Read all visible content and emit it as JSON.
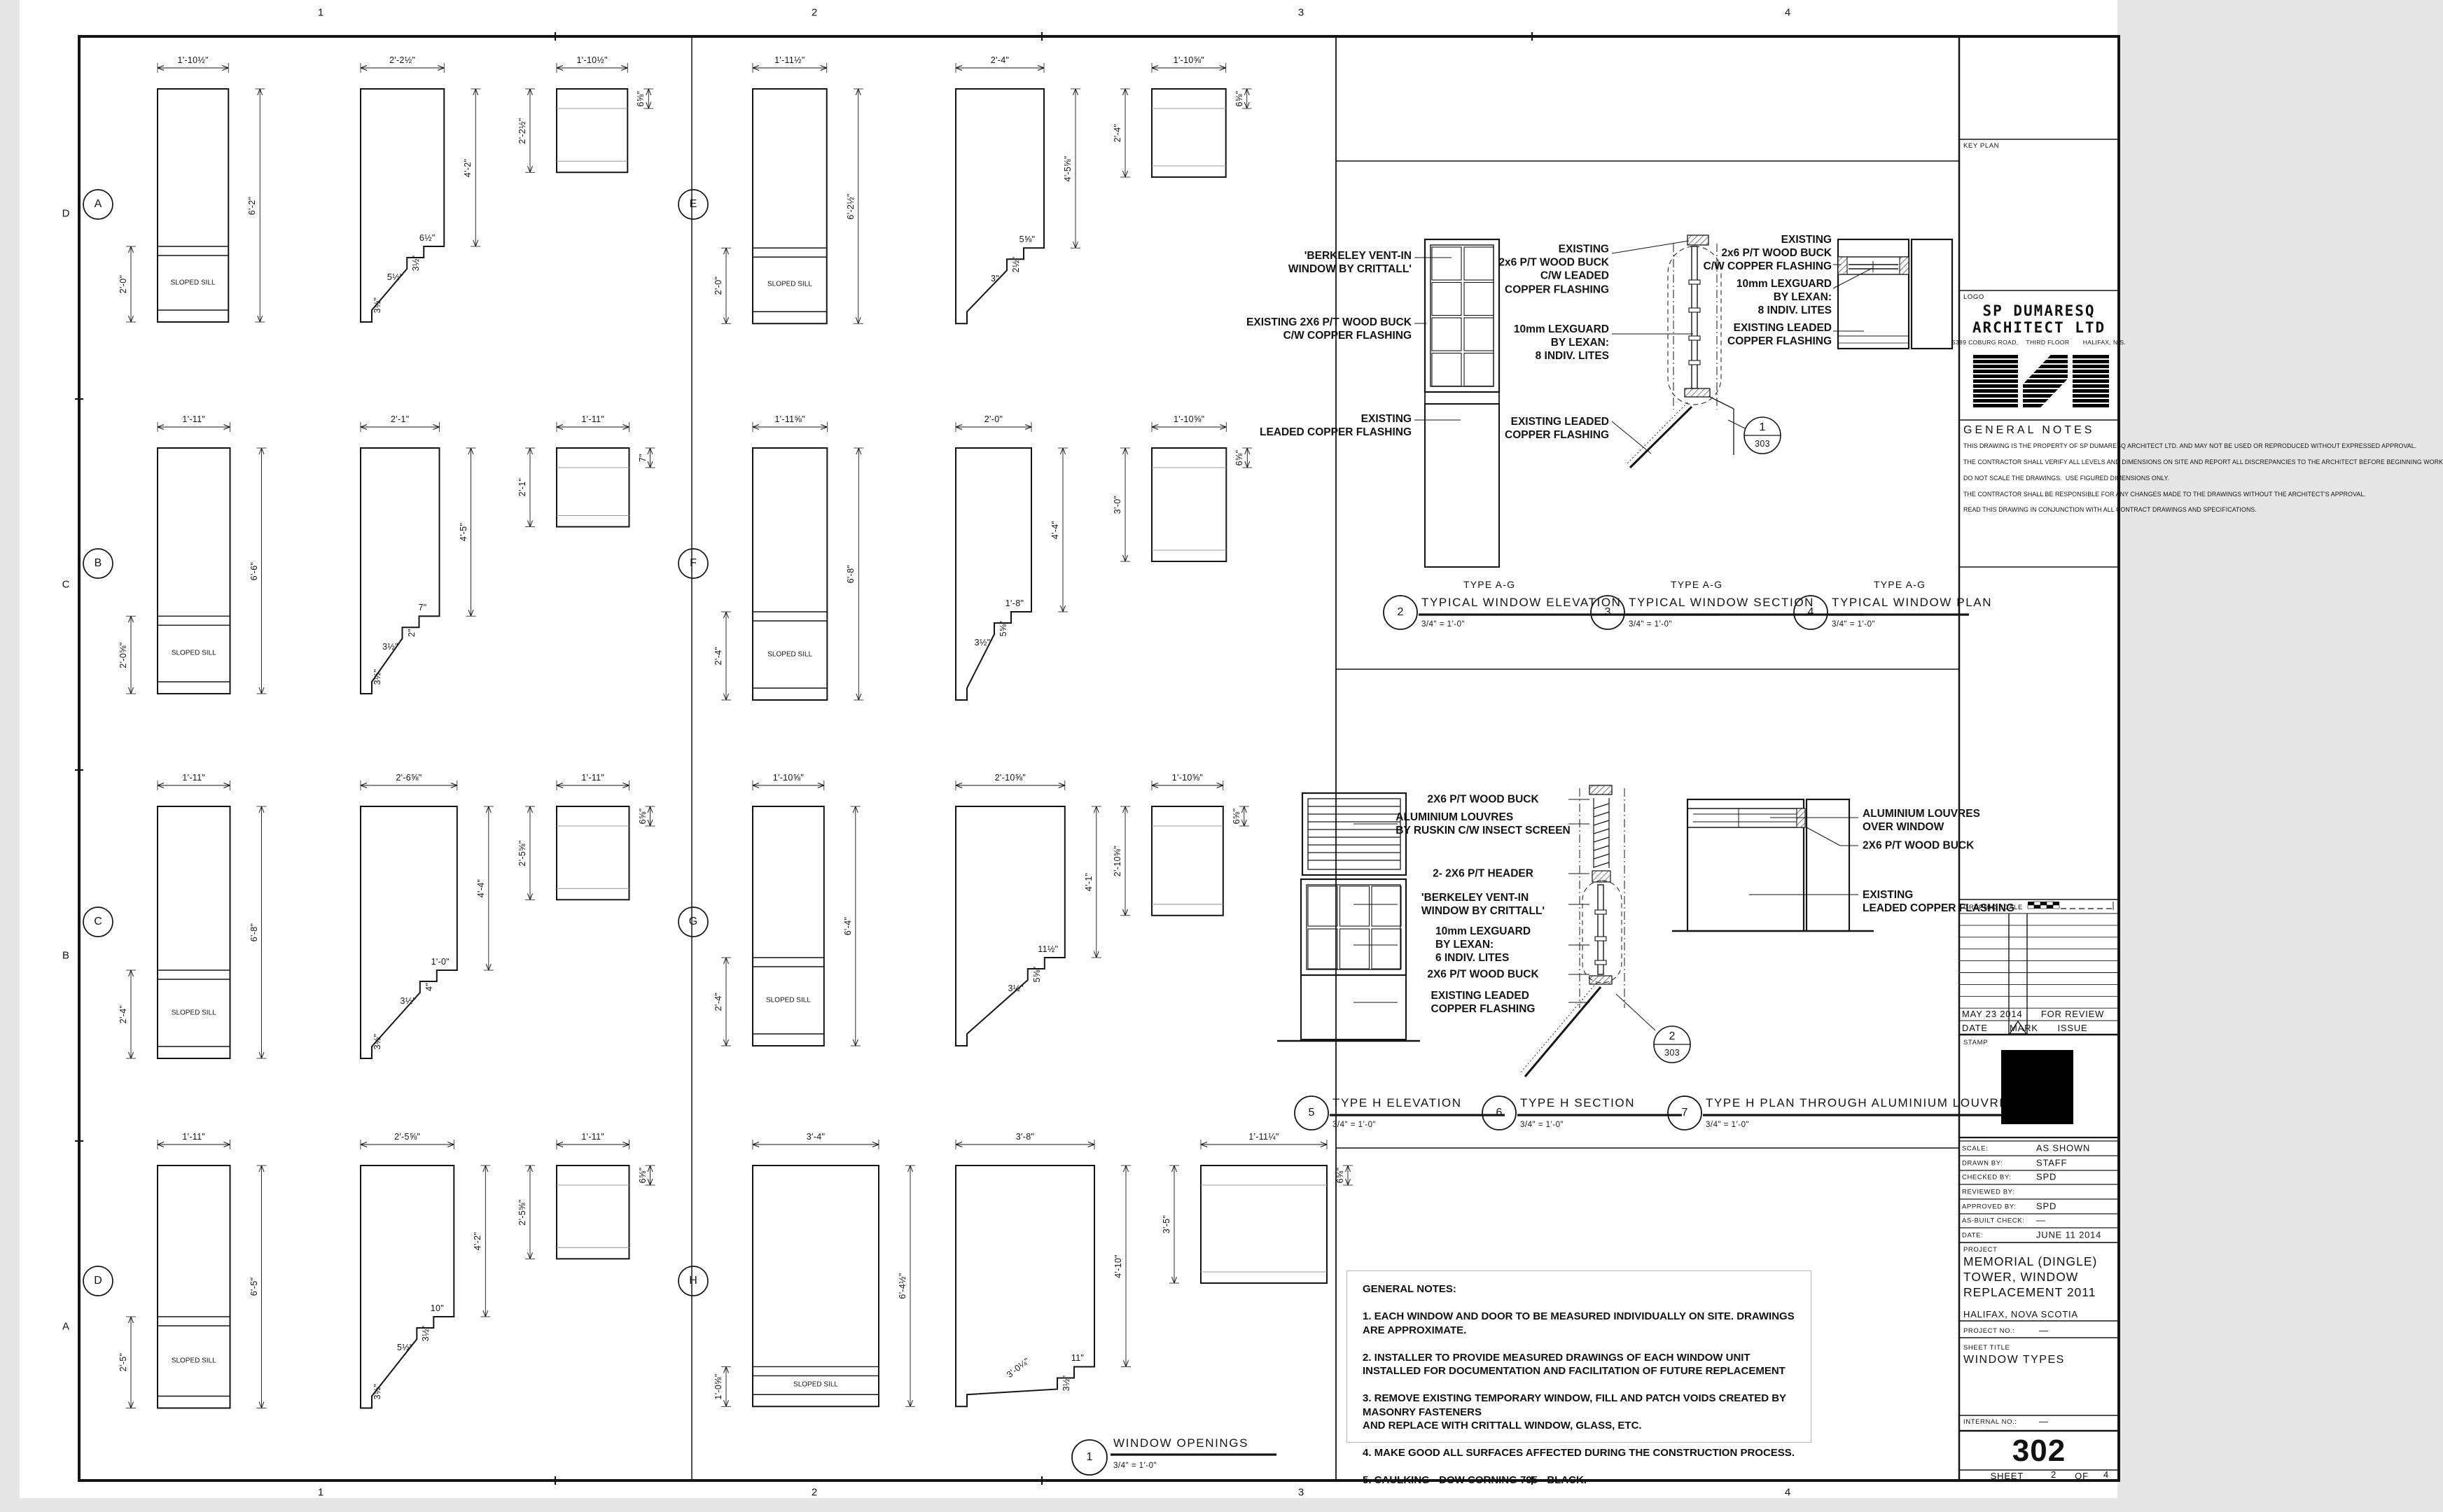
{
  "sheet_border": {
    "grid_numbers": [
      "1",
      "2",
      "3",
      "4"
    ],
    "grid_letters": [
      "D",
      "C",
      "B",
      "A"
    ]
  },
  "window_openings_title": {
    "bubble": "1",
    "title": "WINDOW OPENINGS",
    "scale": "3/4\" = 1'-0\""
  },
  "window_types": [
    {
      "letter": "A",
      "elevation": {
        "width": "1'-10½\"",
        "height": "6'-2\"",
        "sill": "2'-0\"",
        "sill_label": "SLOPED SILL"
      },
      "section": {
        "width": "2'-2½\"",
        "height": "4'-2\"",
        "steps": [
          "6½\"",
          "3½\"",
          "5½\"",
          "3½\""
        ]
      },
      "plan": {
        "width": "1'-10½\"",
        "depth": "2'-2½\"",
        "head": "6⅝\""
      }
    },
    {
      "letter": "B",
      "elevation": {
        "width": "1'-11\"",
        "height": "6'-6\"",
        "sill": "2'-0⅝\"",
        "sill_label": "SLOPED SILL"
      },
      "section": {
        "width": "2'-1\"",
        "height": "4'-5\"",
        "steps": [
          "7\"",
          "2\"",
          "3½\"",
          "3½\""
        ]
      },
      "plan": {
        "width": "1'-11\"",
        "depth": "2'-1\"",
        "head": "7\""
      }
    },
    {
      "letter": "C",
      "elevation": {
        "width": "1'-11\"",
        "height": "6'-8\"",
        "sill": "2'-4\"",
        "sill_label": "SLOPED SILL"
      },
      "section": {
        "width": "2'-6⅝\"",
        "height": "4'-4\"",
        "steps": [
          "1'-0\"",
          "4\"",
          "3½\"",
          "3½\""
        ]
      },
      "plan": {
        "width": "1'-11\"",
        "depth": "2'-5⅝\"",
        "head": "6⅝\""
      }
    },
    {
      "letter": "D",
      "elevation": {
        "width": "1'-11\"",
        "height": "6'-5\"",
        "sill": "2'-5\"",
        "sill_label": "SLOPED SILL"
      },
      "section": {
        "width": "2'-5⅝\"",
        "height": "4'-2\"",
        "steps": [
          "10\"",
          "3½\"",
          "5½\"",
          "3½\""
        ]
      },
      "plan": {
        "width": "1'-11\"",
        "depth": "2'-5⅝\"",
        "head": "6⅝\""
      }
    },
    {
      "letter": "E",
      "elevation": {
        "width": "1'-11½\"",
        "height": "6'-2½\"",
        "sill": "2'-0\"",
        "sill_label": "SLOPED SILL"
      },
      "section": {
        "width": "2'-4\"",
        "height": "4'-5⅝\"",
        "steps": [
          "5⅝\"",
          "2½\"",
          "3\"",
          ""
        ]
      },
      "plan": {
        "width": "1'-10⅝\"",
        "depth": "2'-4\"",
        "head": "6⅝\""
      }
    },
    {
      "letter": "F",
      "elevation": {
        "width": "1'-11⅝\"",
        "height": "6'-8\"",
        "sill": "2'-4\"",
        "sill_label": "SLOPED SILL"
      },
      "section": {
        "width": "2'-0\"",
        "height": "4'-4\"",
        "steps": [
          "1'-8\"",
          "5⅝\"",
          "3½\"",
          ""
        ]
      },
      "plan": {
        "width": "1'-10⅝\"",
        "depth": "3'-0\"",
        "head": "6⅝\""
      }
    },
    {
      "letter": "G",
      "elevation": {
        "width": "1'-10⅝\"",
        "height": "6'-4\"",
        "sill": "2'-4\"",
        "sill_label": "SLOPED SILL"
      },
      "section": {
        "width": "2'-10⅝\"",
        "height": "4'-1\"",
        "steps": [
          "11½\"",
          "5⅝\"",
          "3½\"",
          ""
        ]
      },
      "plan": {
        "width": "1'-10⅝\"",
        "depth": "2'-10⅝\"",
        "head": "6⅝\""
      }
    },
    {
      "letter": "H",
      "elevation": {
        "width": "3'-4\"",
        "height": "6'-4½\"",
        "sill": "1'-0⅝\"",
        "sill_label": "SLOPED SILL"
      },
      "section": {
        "width": "3'-8\"",
        "height": "4'-10\"",
        "steps": [
          "11\"",
          "3½\"",
          "3'-0¼\"",
          ""
        ]
      },
      "plan": {
        "width": "1'-11¼\"",
        "depth": "3'-5\"",
        "head": "6⅝\""
      }
    }
  ],
  "typical_detail": {
    "type_label": "TYPE A-G",
    "elevation_labels": [
      "'BERKELEY VENT-IN\nWINDOW BY CRITTALL'",
      "EXISTING 2X6 P/T WOOD BUCK\nC/W COPPER FLASHING",
      "EXISTING\nLEADED COPPER FLASHING"
    ],
    "section_labels": [
      "EXISTING\n2x6 P/T WOOD BUCK\nC/W LEADED\nCOPPER FLASHING",
      "10mm LEXGUARD\nBY LEXAN:\n8 INDIV. LITES",
      "EXISTING LEADED\nCOPPER FLASHING"
    ],
    "plan_labels": [
      "EXISTING\n2x6 P/T WOOD BUCK\nC/W COPPER FLASHING",
      "10mm LEXGUARD\nBY LEXAN:\n8 INDIV. LITES",
      "EXISTING LEADED\nCOPPER FLASHING"
    ],
    "detail_bubble": {
      "number": "1",
      "sheet": "303"
    },
    "views": [
      {
        "bubble": "2",
        "title": "TYPICAL WINDOW ELEVATION",
        "scale": "3/4\" = 1'-0\""
      },
      {
        "bubble": "3",
        "title": "TYPICAL WINDOW SECTION",
        "scale": "3/4\" = 1'-0\""
      },
      {
        "bubble": "4",
        "title": "TYPICAL WINDOW PLAN",
        "scale": "3/4\" = 1'-0\""
      }
    ]
  },
  "type_h_detail": {
    "center_labels": [
      "2X6 P/T WOOD BUCK",
      "ALUMINIUM LOUVRES\nBY RUSKIN C/W INSECT SCREEN",
      "2- 2X6 P/T HEADER",
      "'BERKELEY VENT-IN\nWINDOW BY CRITTALL'",
      "10mm LEXGUARD\nBY LEXAN:\n6 INDIV. LITES",
      "2X6 P/T WOOD BUCK",
      "EXISTING LEADED\nCOPPER FLASHING"
    ],
    "plan_labels": [
      "ALUMINIUM LOUVRES\nOVER WINDOW",
      "2X6 P/T WOOD BUCK",
      "EXISTING\nLEADED COPPER FLASHING"
    ],
    "detail_bubble": {
      "number": "2",
      "sheet": "303"
    },
    "views": [
      {
        "bubble": "5",
        "title": "TYPE H ELEVATION",
        "scale": "3/4\" = 1'-0\""
      },
      {
        "bubble": "6",
        "title": "TYPE H SECTION",
        "scale": "3/4\" = 1'-0\""
      },
      {
        "bubble": "7",
        "title": "TYPE H PLAN THROUGH ALUMINIUM LOUVRE",
        "scale": "3/4\" = 1'-0\""
      }
    ]
  },
  "general_notes_box": {
    "title": "GENERAL NOTES:",
    "notes": [
      "1. EACH WINDOW AND DOOR TO BE MEASURED INDIVIDUALLY ON SITE.  DRAWINGS ARE APPROXIMATE.",
      "2. INSTALLER TO PROVIDE MEASURED DRAWINGS OF EACH WINDOW UNIT\n INSTALLED FOR DOCUMENTATION AND FACILITATION OF FUTURE REPLACEMENT",
      "3. REMOVE EXISTING TEMPORARY WINDOW,  FILL AND PATCH VOIDS CREATED BY MASONRY FASTENERS\n AND REPLACE WITH CRITTALL WINDOW, GLASS, ETC.",
      "4.  MAKE GOOD ALL SURFACES AFFECTED DURING THE CONSTRUCTION PROCESS.",
      "5.  CAULKING - DOW CORNING 795 - BLACK."
    ]
  },
  "title_block": {
    "key_plan_label": "KEY PLAN",
    "logo_label": "LOGO",
    "firm_name_line1": "SP DUMARESQ",
    "firm_name_line2": "ARCHITECT LTD",
    "firm_address": "5389 COBURG ROAD,    THIRD FLOOR       HALIFAX, N.S.",
    "general_notes_title": "GENERAL NOTES",
    "general_notes": [
      "THIS DRAWING IS THE PROPERTY OF SP DUMARESQ ARCHITECT LTD. AND MAY NOT BE USED OR REPRODUCED WITHOUT EXPRESSED APPROVAL.",
      "THE CONTRACTOR SHALL VERIFY ALL LEVELS AND DIMENSIONS ON SITE AND REPORT ALL DISCREPANCIES TO THE ARCHITECT BEFORE BEGINNING WORK",
      "DO NOT SCALE THE DRAWINGS.  USE FIGURED DIMENSIONS ONLY.",
      "THE CONTRACTOR SHALL BE RESPONSIBLE FOR ANY CHANGES MADE TO THE DRAWINGS WITHOUT THE ARCHITECT'S APPROVAL.",
      "READ THIS DRAWING IN CONJUNCTION WITH ALL CONTRACT DRAWINGS AND SPECIFICATIONS."
    ],
    "graphic_scale_label": "GRAPHIC SCALE",
    "revision_row": {
      "date": "MAY 23 2014",
      "issue": "FOR REVIEW"
    },
    "revision_headers": {
      "date": "DATE",
      "mark": "MARK",
      "issue": "ISSUE"
    },
    "stamp_label": "STAMP",
    "fields": [
      {
        "label": "SCALE:",
        "value": "AS SHOWN"
      },
      {
        "label": "DRAWN BY:",
        "value": "STAFF"
      },
      {
        "label": "CHECKED BY:",
        "value": "SPD"
      },
      {
        "label": "REVIEWED BY:",
        "value": ""
      },
      {
        "label": "APPROVED BY:",
        "value": "SPD"
      },
      {
        "label": "AS-BUILT CHECK:",
        "value": "—"
      },
      {
        "label": "DATE:",
        "value": "JUNE 11 2014"
      }
    ],
    "project_label": "PROJECT",
    "project_name": [
      "MEMORIAL (DINGLE)",
      "TOWER, WINDOW",
      "REPLACEMENT 2011"
    ],
    "project_location": "HALIFAX, NOVA SCOTIA",
    "project_no_label": "PROJECT NO.:",
    "project_no": "—",
    "sheet_title_label": "SHEET TITLE",
    "sheet_title": "WINDOW TYPES",
    "internal_no_label": "INTERNAL NO.:",
    "internal_no": "—",
    "sheet_number": "302",
    "sheet_label": "SHEET",
    "sheet_page": "2",
    "sheet_of": "OF",
    "sheet_total": "4"
  }
}
